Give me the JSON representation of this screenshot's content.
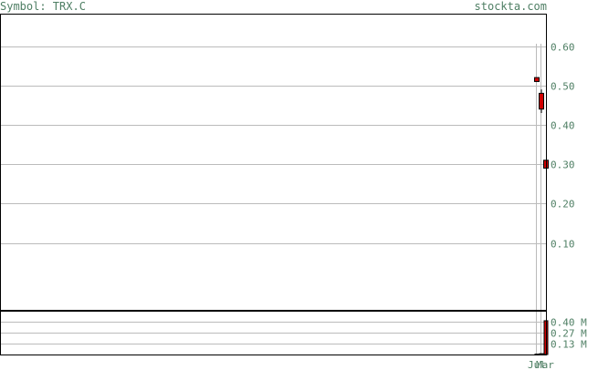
{
  "header": {
    "symbol_label": "Symbol: TRX.C",
    "site_label": "stockta.com"
  },
  "colors": {
    "text": "#4f7f64",
    "grid": "#bbbbbb",
    "frame": "#000000",
    "candle": "#d00000"
  },
  "chart_data": [
    {
      "type": "candlestick",
      "title": "Symbol: TRX.C",
      "grid": true,
      "y_axis_position": "right",
      "ylim": [
        -0.07,
        0.68
      ],
      "yticks": [
        0.1,
        0.2,
        0.3,
        0.4,
        0.5,
        0.6
      ],
      "ytick_labels": [
        "0.10",
        "0.20",
        "0.30",
        "0.40",
        "0.50",
        "0.60"
      ],
      "candles": [
        {
          "open": 0.52,
          "close": 0.51,
          "high": 0.52,
          "low": 0.51
        },
        {
          "open": 0.48,
          "close": 0.44,
          "high": 0.49,
          "low": 0.43
        },
        {
          "open": 0.31,
          "close": 0.29,
          "high": 0.31,
          "low": 0.29
        }
      ]
    },
    {
      "type": "bar",
      "title": "Volume",
      "grid": true,
      "y_axis_position": "right",
      "ylim": [
        0,
        0.52
      ],
      "yticks": [
        0.13,
        0.27,
        0.4
      ],
      "ytick_labels": [
        "0.13 M",
        "0.27 M",
        "0.40 M"
      ],
      "xtick_labels": [
        "Jul",
        "Mar"
      ],
      "values": [
        0.005,
        0.01,
        0.41
      ]
    }
  ]
}
